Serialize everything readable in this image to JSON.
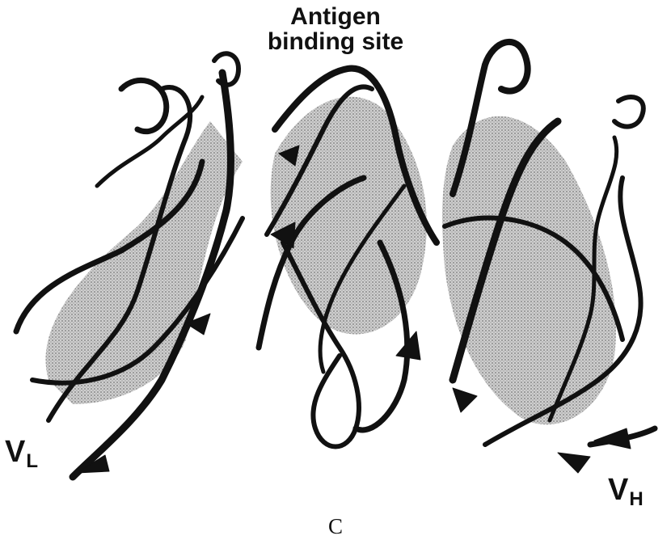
{
  "figure": {
    "title_line1": "Antigen",
    "title_line2": "binding site",
    "light_chain_label": "V",
    "light_chain_sub": "L",
    "heavy_chain_label": "V",
    "heavy_chain_sub": "H",
    "panel_label": "C"
  },
  "colors": {
    "ribbon_stroke": "#111111",
    "sheet_fill": "#9a9a9a",
    "background": "#ffffff"
  }
}
